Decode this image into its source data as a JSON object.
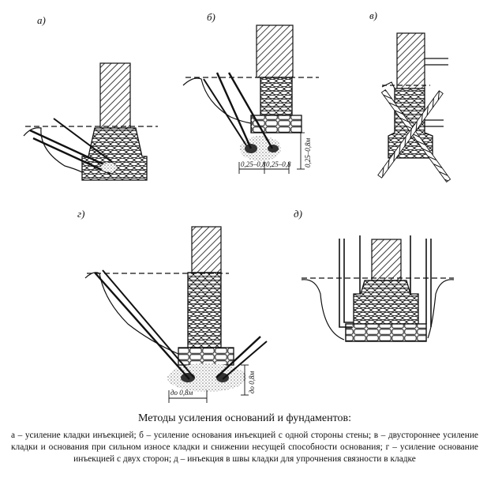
{
  "labels": {
    "a": "а)",
    "b": "б)",
    "v": "в)",
    "g": "г)",
    "d": "д)"
  },
  "dimensions": {
    "b_left": "0,25–0,8",
    "b_right": "0,25–0,8",
    "b_vertical": "0,25–0,8м",
    "g_horizontal": "до 0,8м",
    "g_vertical": "до 0,8м"
  },
  "caption": {
    "title": "Методы усиления оснований и фундаментов:",
    "text": "а – усиление кладки инъекцией; б – усиление основания инъекцией с одной стороны стены; в – двустороннее усиление кладки и основания при сильном износе кладки и снижении несущей способности основания; г – усиление основание инъекцией с двух сторон; д – инъекция в швы кладки для упрочнения связности в кладке"
  },
  "colors": {
    "ink": "#111111",
    "paper": "#ffffff"
  }
}
